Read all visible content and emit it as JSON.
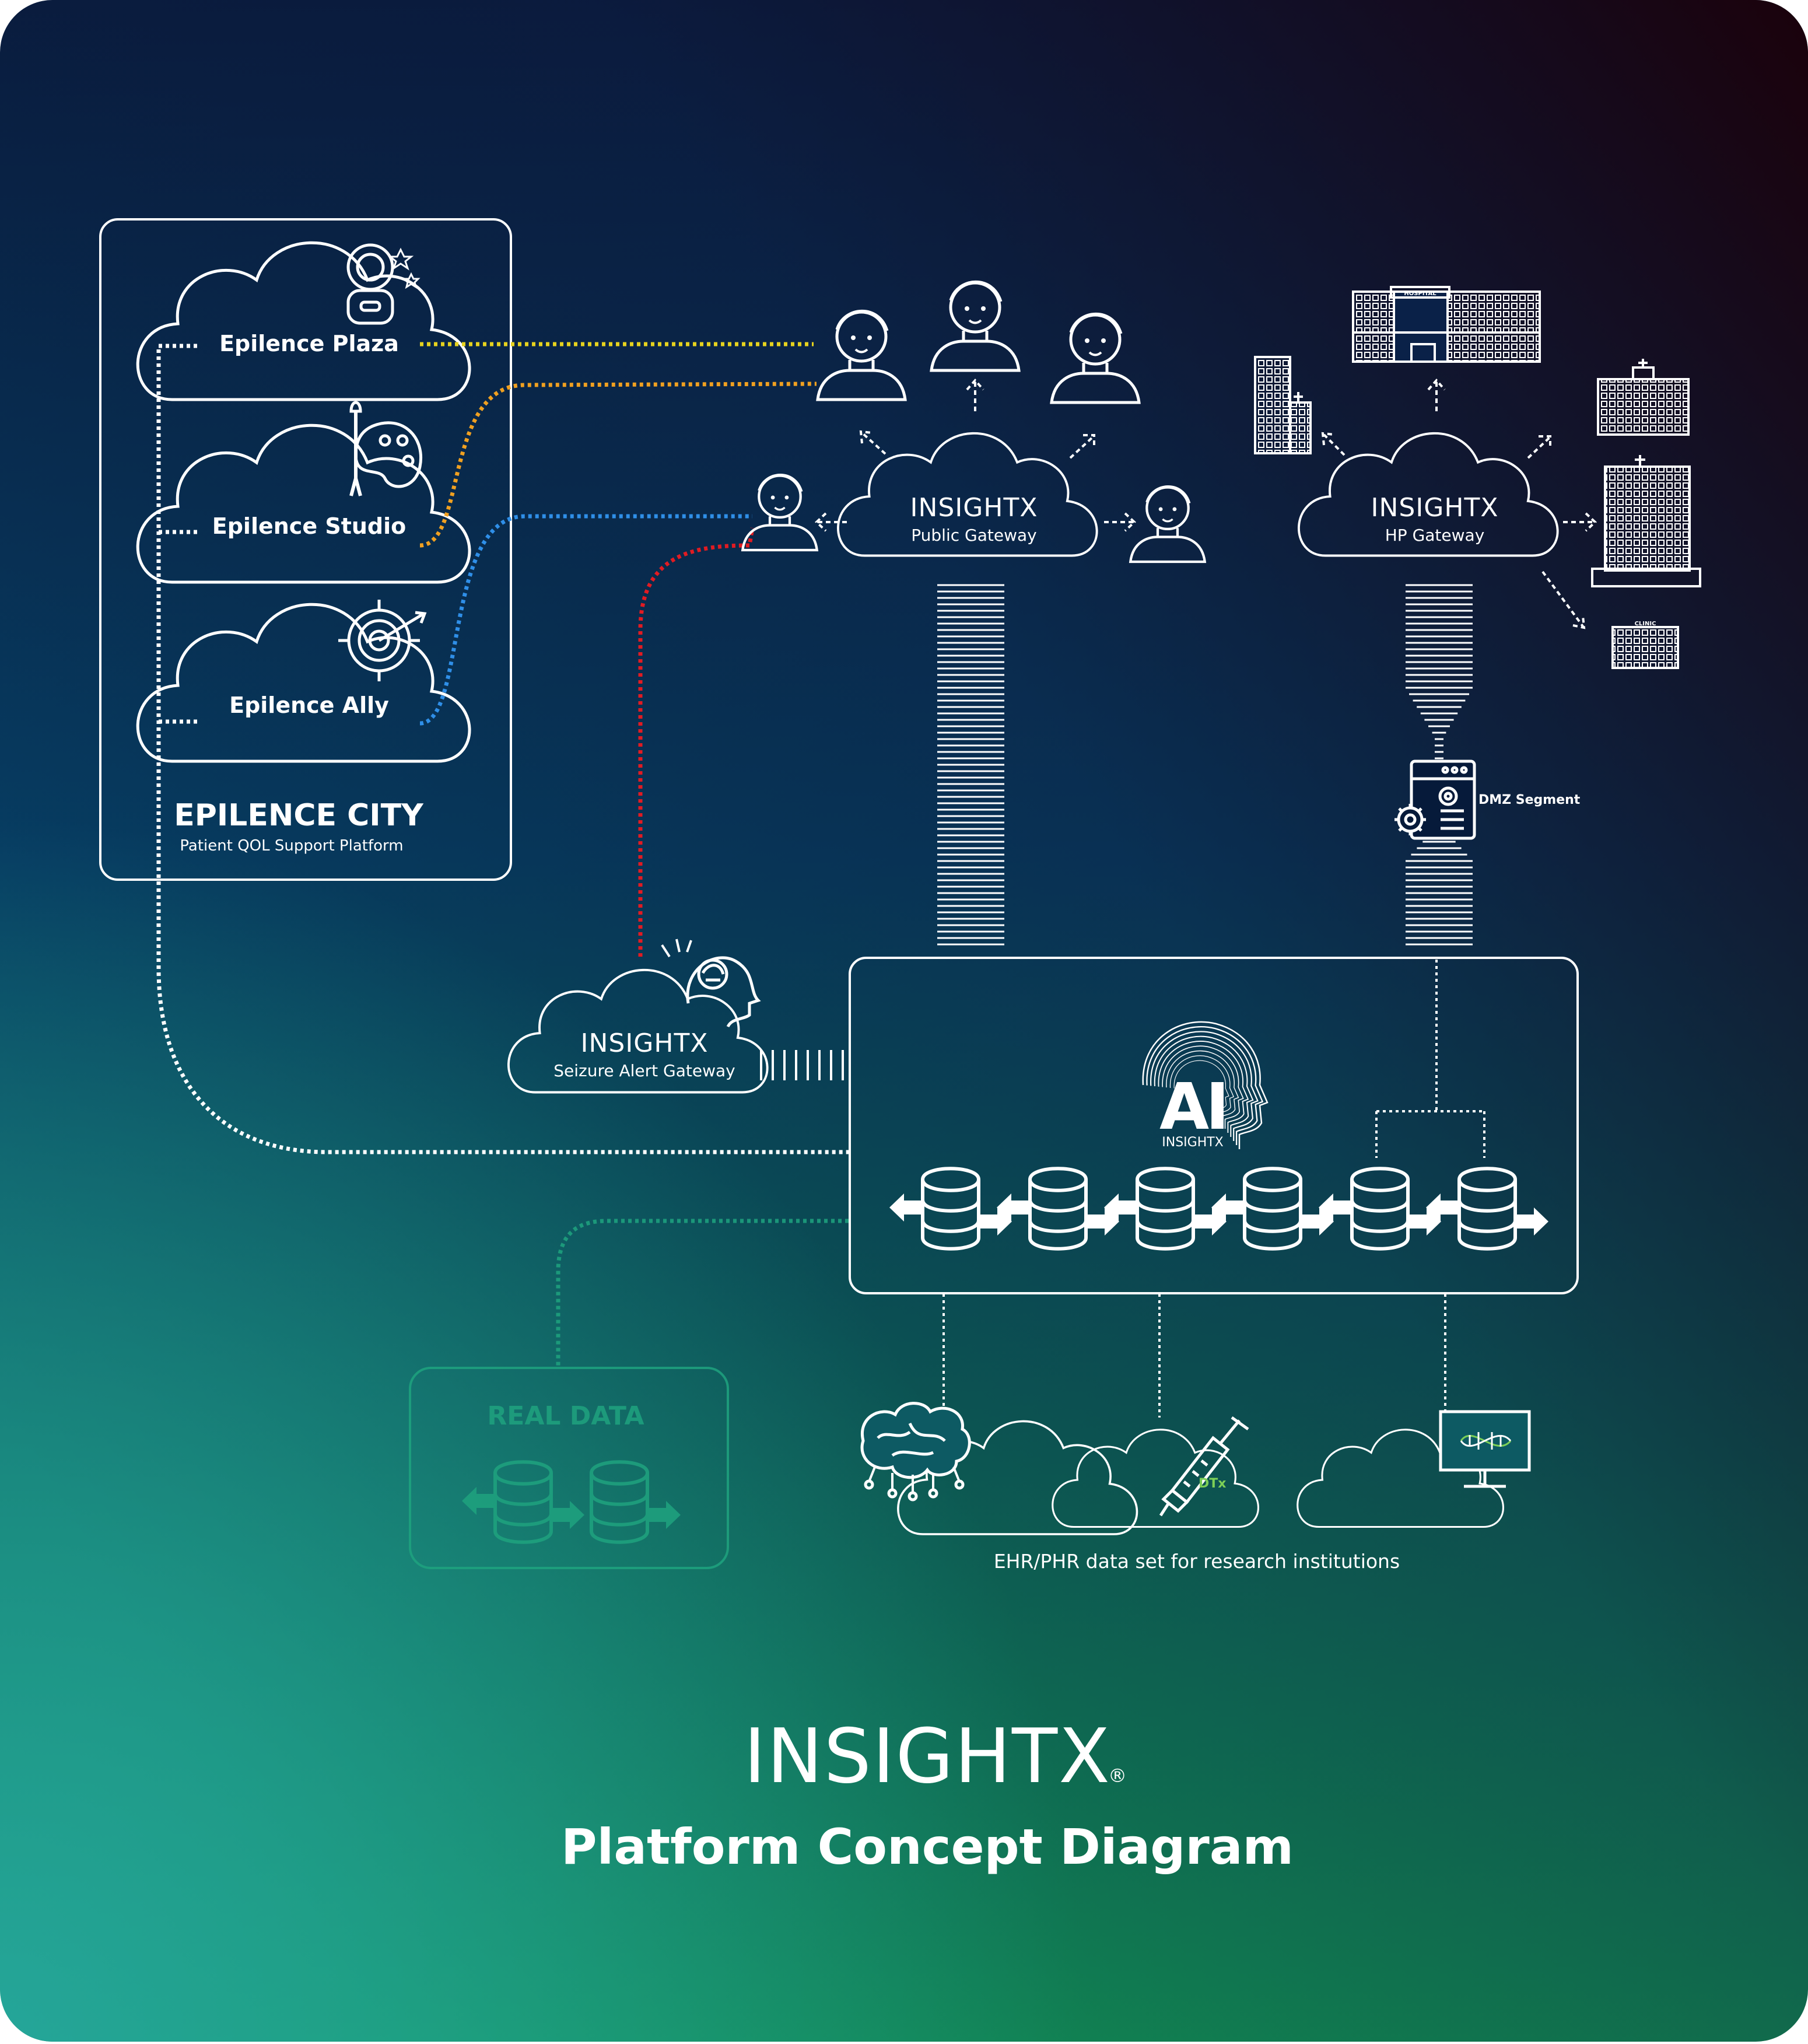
{
  "epilence_city": {
    "title": "EPILENCE CITY",
    "subtitle": "Patient QOL Support Platform",
    "services": [
      {
        "label": "Epilence Plaza",
        "icon": "astronaut-icon"
      },
      {
        "label": "Epilence Studio",
        "icon": "palette-icon"
      },
      {
        "label": "Epilence Ally",
        "icon": "target-icon"
      }
    ]
  },
  "gateways": {
    "public": {
      "brand": "INSIGHTX",
      "label": "Public Gateway"
    },
    "hp": {
      "brand": "INSIGHTX",
      "label": "HP Gateway"
    },
    "seizure": {
      "brand": "INSIGHTX",
      "label": "Seizure Alert Gateway"
    }
  },
  "dmz": {
    "label": "DMZ Segment"
  },
  "ai": {
    "label": "AI",
    "brand": "INSIGHTX"
  },
  "real_data": {
    "label": "REAL DATA"
  },
  "research": {
    "label": "EHR/PHR data set for research institutions",
    "dtx": "DTx"
  },
  "hospital": {
    "label": "HOSPITAL",
    "clinic": "CLINIC"
  },
  "footer": {
    "brand": "INSIGHTX",
    "title": "Platform Concept Diagram"
  },
  "colors": {
    "link_plaza": "#e6d21e",
    "link_studio": "#f0a020",
    "link_ally": "#2f8fe8",
    "link_seizure": "#e11b22",
    "real_data": "#1fa37f",
    "gradient_top_left": "#0a2148",
    "gradient_bottom": "#12985e"
  }
}
